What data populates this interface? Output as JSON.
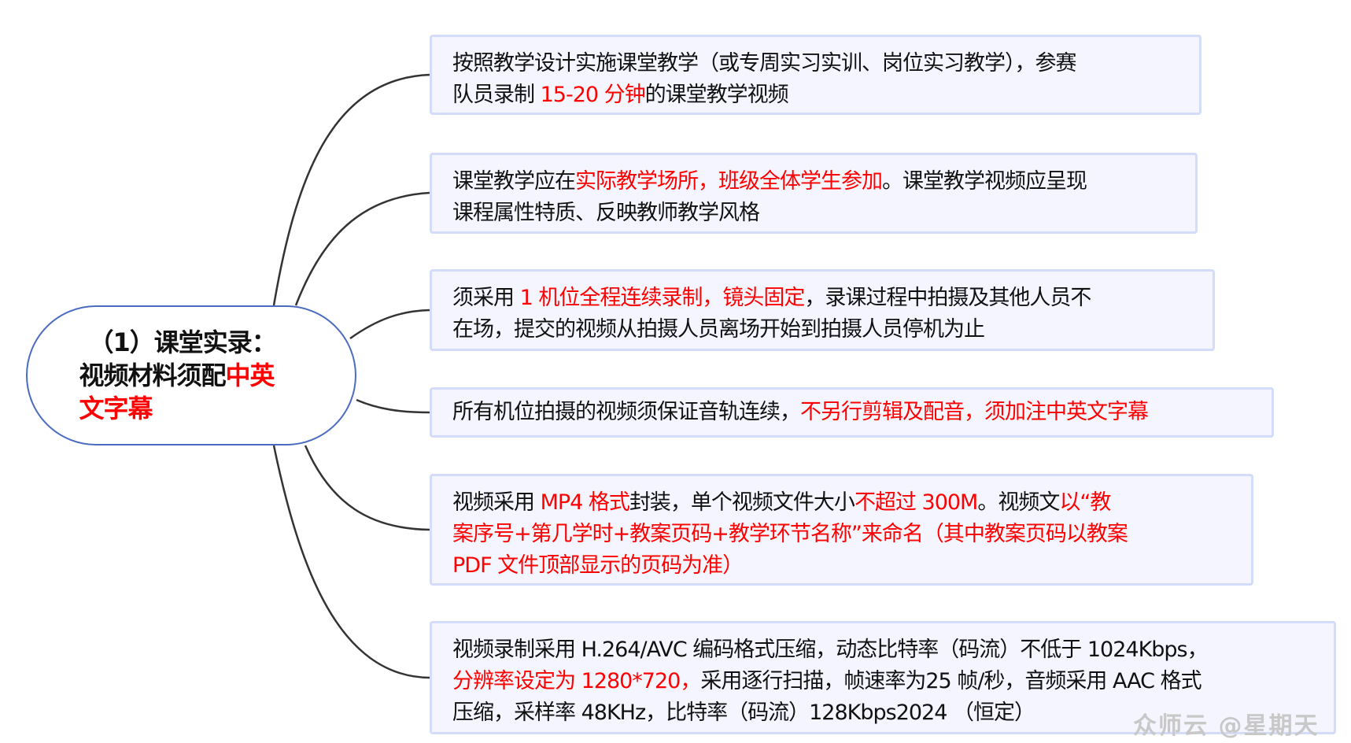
{
  "center": {
    "line1": "（1）课堂实录：",
    "line2_black": "视频材料须配",
    "line2_red": "中英",
    "line3_red": "文字幕"
  },
  "colors": {
    "accent_red": "#ff0000",
    "center_border": "#4a6bc0",
    "box_border": "#d3dcf8",
    "box_bg": "#f4f5fe",
    "link_line": "#333333"
  },
  "branches": [
    {
      "segments": [
        {
          "t": "按照教学设计实施课堂教学（或专周实习实训、岗位实习教学），参赛",
          "red": false
        },
        {
          "t": "队员录制 ",
          "red": false,
          "br": true
        },
        {
          "t": "15-20 分钟",
          "red": true
        },
        {
          "t": "的课堂教学视频",
          "red": false
        }
      ]
    },
    {
      "segments": [
        {
          "t": "课堂教学应在",
          "red": false
        },
        {
          "t": "实际教学场所，班级全体学生参加",
          "red": true
        },
        {
          "t": "。课堂教学视频应呈现",
          "red": false
        },
        {
          "t": "课程属性特质、反映教师教学风格",
          "red": false,
          "br": true
        }
      ]
    },
    {
      "segments": [
        {
          "t": "须采用 ",
          "red": false
        },
        {
          "t": "1 机位全程连续录制，镜头固定",
          "red": true
        },
        {
          "t": "，录课过程中拍摄及其他人员不",
          "red": false
        },
        {
          "t": "在场，提交的视频从拍摄人员离场开始到拍摄人员停机为止",
          "red": false,
          "br": true
        }
      ]
    },
    {
      "segments": [
        {
          "t": "所有机位拍摄的视频须保证音轨连续，",
          "red": false
        },
        {
          "t": "不另行剪辑及配音，须加注中英文字幕",
          "red": true
        }
      ]
    },
    {
      "segments": [
        {
          "t": "视频采用 ",
          "red": false
        },
        {
          "t": "MP4 格式",
          "red": true
        },
        {
          "t": "封装，单个视频文件大小",
          "red": false
        },
        {
          "t": "不超过 300M",
          "red": true
        },
        {
          "t": "。视频文",
          "red": false
        },
        {
          "t": "以“教",
          "red": true
        },
        {
          "t": "案序号+第几学时+教案页码+教学环节名称”来命名（其中教案页码以教案",
          "red": true,
          "br": true
        },
        {
          "t": "PDF 文件顶部显示的页码为准）",
          "red": true,
          "br": true
        }
      ]
    },
    {
      "segments": [
        {
          "t": "视频录制采用 H.264/AVC 编码格式压缩，动态比特率（码流）不低于 1024Kbps，",
          "red": false
        },
        {
          "t": "分辨率设定为 1280*720，",
          "red": true,
          "br": true
        },
        {
          "t": "采用逐行扫描，帧速率为25 帧/秒，音频采用 AAC 格式",
          "red": false
        },
        {
          "t": "压缩，采样率 48KHz，比特率（码流）128Kbps2024 （恒定）",
          "red": false,
          "br": true
        }
      ]
    }
  ],
  "watermark": "众师云 @星期天"
}
